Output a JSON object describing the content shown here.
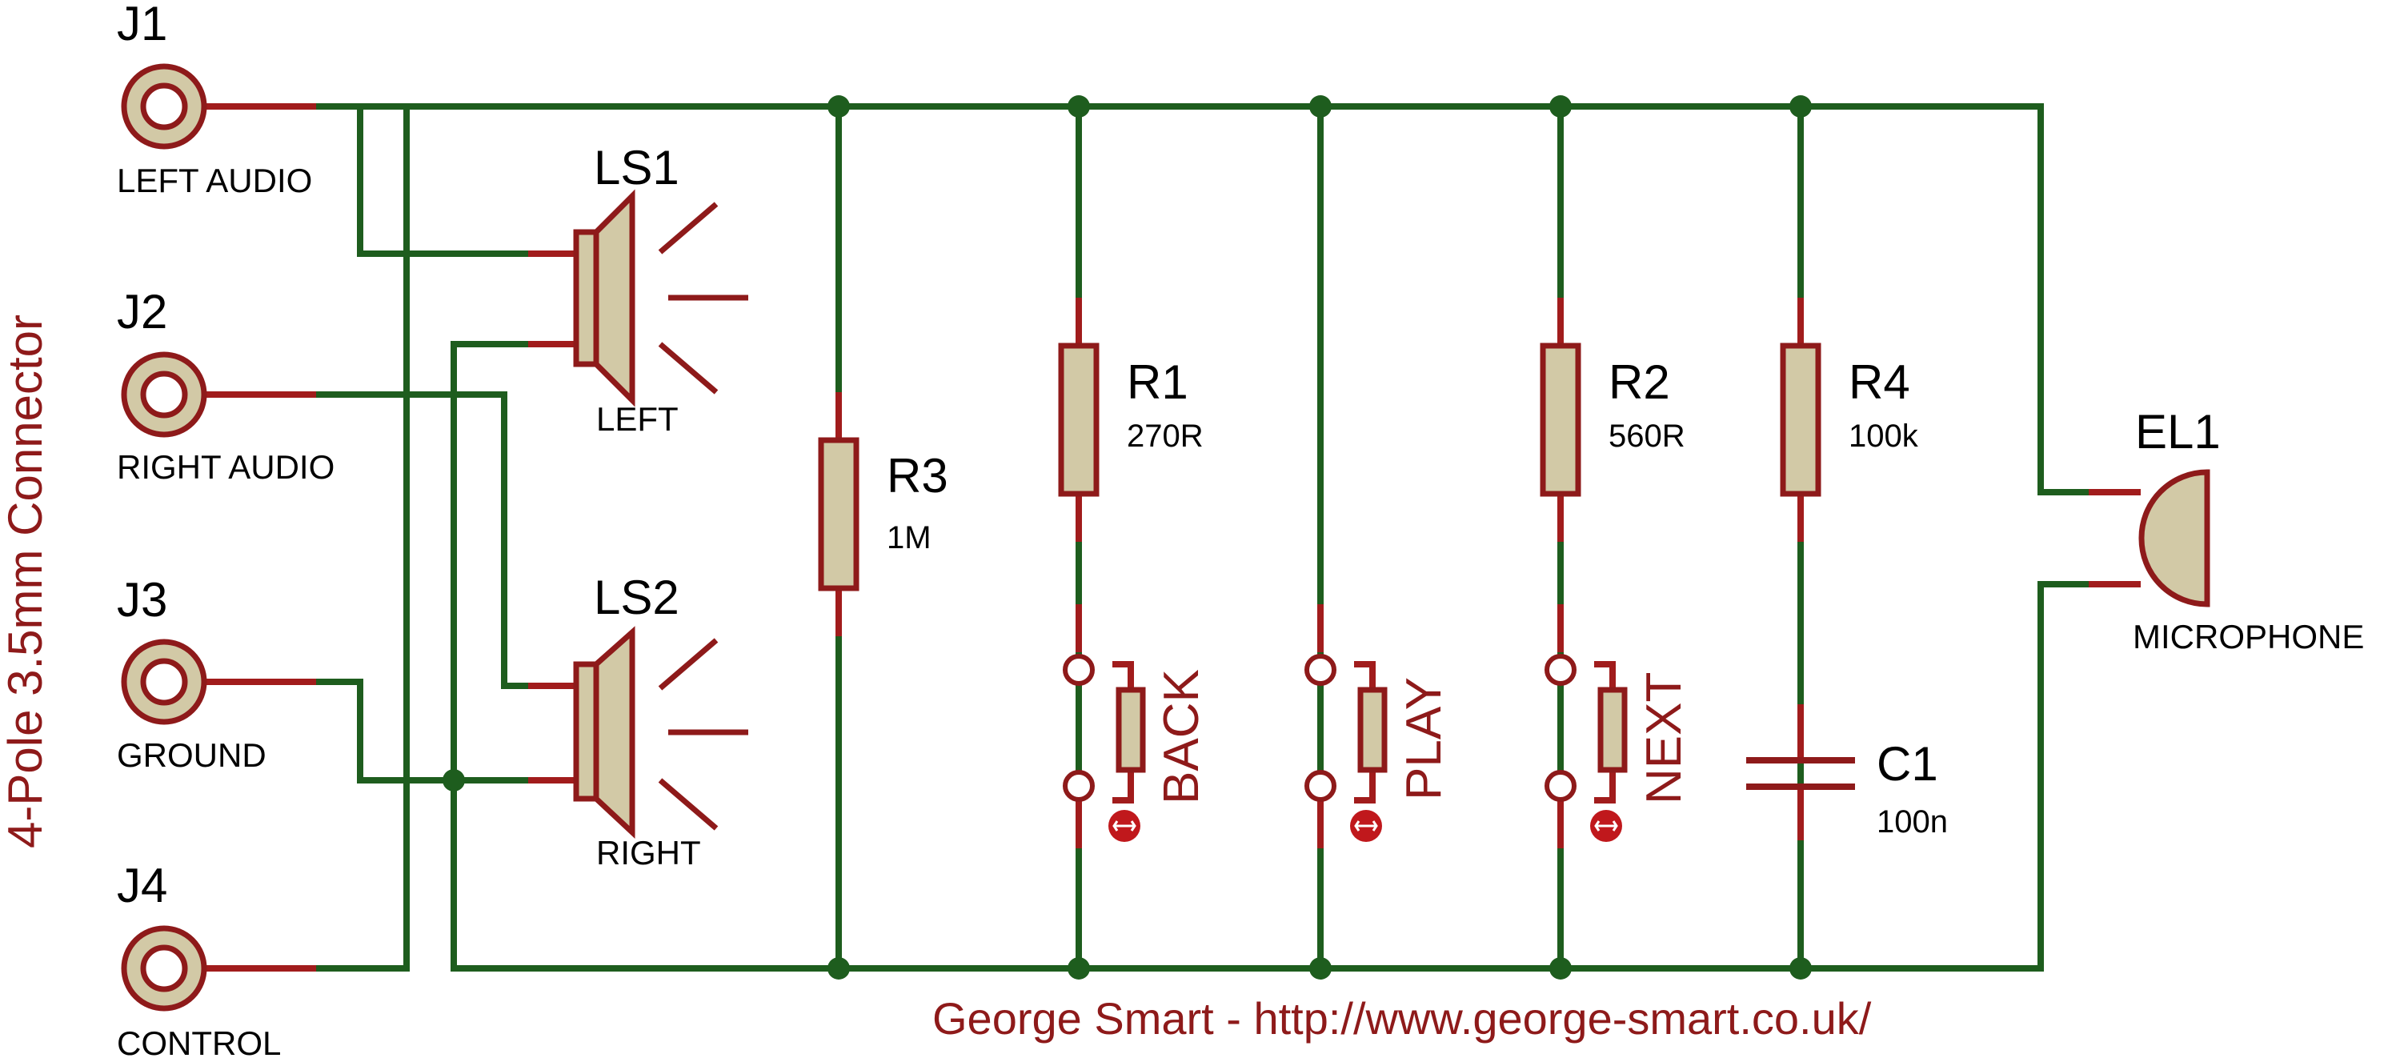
{
  "side_label": "4-Pole 3.5mm Connector",
  "footer": "George Smart - http://www.george-smart.co.uk/",
  "jacks": [
    {
      "ref": "J1",
      "label": "LEFT AUDIO"
    },
    {
      "ref": "J2",
      "label": "RIGHT AUDIO"
    },
    {
      "ref": "J3",
      "label": "GROUND"
    },
    {
      "ref": "J4",
      "label": "CONTROL"
    }
  ],
  "speakers": [
    {
      "ref": "LS1",
      "label": "LEFT"
    },
    {
      "ref": "LS2",
      "label": "RIGHT"
    }
  ],
  "resistors": [
    {
      "ref": "R3",
      "value": "1M"
    },
    {
      "ref": "R1",
      "value": "270R"
    },
    {
      "ref": "R2",
      "value": "560R"
    },
    {
      "ref": "R4",
      "value": "100k"
    }
  ],
  "buttons": [
    "BACK",
    "PLAY",
    "NEXT"
  ],
  "capacitor": {
    "ref": "C1",
    "value": "100n"
  },
  "microphone": {
    "ref": "EL1",
    "label": "MICROPHONE"
  },
  "colors": {
    "wire": "#1e5d1e",
    "component_outline": "#8e1a1a",
    "component_fill": "#d2c9a6",
    "actuator": "#c0181c"
  }
}
